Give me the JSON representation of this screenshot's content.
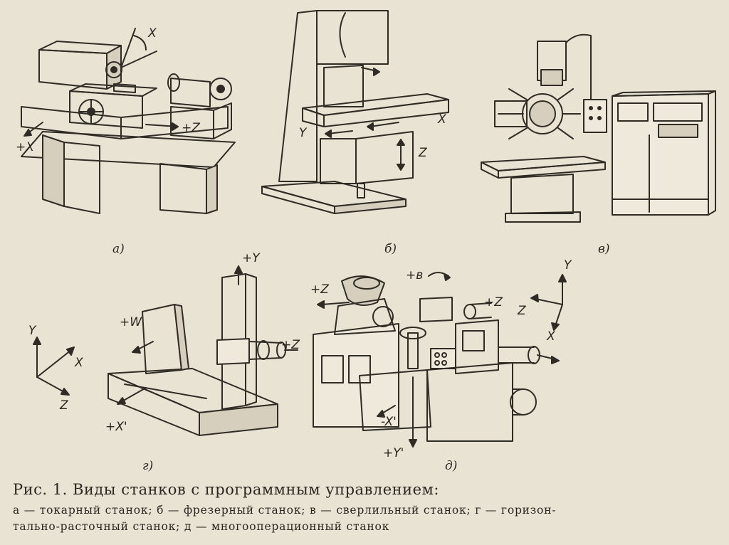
{
  "figure": {
    "panels": [
      {
        "id": "a",
        "sub_label": "а)",
        "axis_labels": [
          "X",
          "+Z",
          "+X"
        ]
      },
      {
        "id": "b",
        "sub_label": "б)",
        "axis_labels": [
          "Y",
          "X",
          "Z"
        ]
      },
      {
        "id": "v",
        "sub_label": "в)",
        "axis_labels": []
      },
      {
        "id": "g",
        "sub_label": "г)",
        "axis_labels": [
          "+Y",
          "+W",
          "+Z",
          "+X'"
        ]
      },
      {
        "id": "d",
        "sub_label": "д)",
        "axis_labels": [
          "+Z",
          "+в",
          "+Z",
          "-X'",
          "+Y'"
        ]
      }
    ],
    "axis_triads": [
      {
        "labels": [
          "Y",
          "X",
          "Z"
        ]
      },
      {
        "labels": [
          "Y",
          "Z",
          "X"
        ]
      }
    ]
  },
  "caption": {
    "title": "Рис. 1. Виды станков с программным управлением:",
    "line1": "а — токарный станок; б — фрезерный станок; в — сверлильный станок; г — горизон-",
    "line2": "тально-расточный станок; д — многооперационный станок"
  }
}
